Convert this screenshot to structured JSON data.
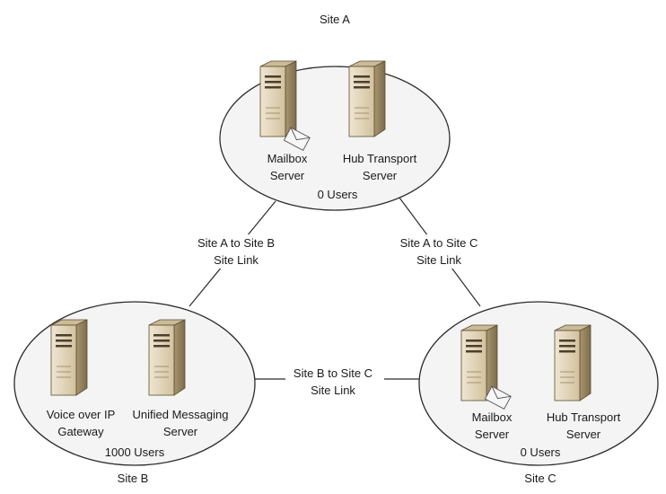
{
  "colors": {
    "ellipse_stroke": "#2b2b2b",
    "line_stroke": "#2b2b2b",
    "server_front": "#e0d3b8",
    "server_side": "#9c8a66",
    "server_top": "#c6b590",
    "envelope": "#f4f4f4"
  },
  "sites": {
    "a": {
      "name": "Site A",
      "users": "0 Users",
      "servers": [
        {
          "line1": "Mailbox",
          "line2": "Server",
          "icon": "mailbox-server-icon"
        },
        {
          "line1": "Hub Transport",
          "line2": "Server",
          "icon": "hub-transport-server-icon"
        }
      ]
    },
    "b": {
      "name": "Site B",
      "users": "1000 Users",
      "servers": [
        {
          "line1": "Voice over IP",
          "line2": "Gateway",
          "icon": "voip-gateway-server-icon"
        },
        {
          "line1": "Unified Messaging",
          "line2": "Server",
          "icon": "unified-messaging-server-icon"
        }
      ]
    },
    "c": {
      "name": "Site C",
      "users": "0 Users",
      "servers": [
        {
          "line1": "Mailbox",
          "line2": "Server",
          "icon": "mailbox-server-icon"
        },
        {
          "line1": "Hub Transport",
          "line2": "Server",
          "icon": "hub-transport-server-icon"
        }
      ]
    }
  },
  "links": {
    "ab": {
      "line1": "Site A to Site B",
      "line2": "Site Link"
    },
    "ac": {
      "line1": "Site A to Site C",
      "line2": "Site Link"
    },
    "bc": {
      "line1": "Site B to Site C",
      "line2": "Site Link"
    }
  }
}
